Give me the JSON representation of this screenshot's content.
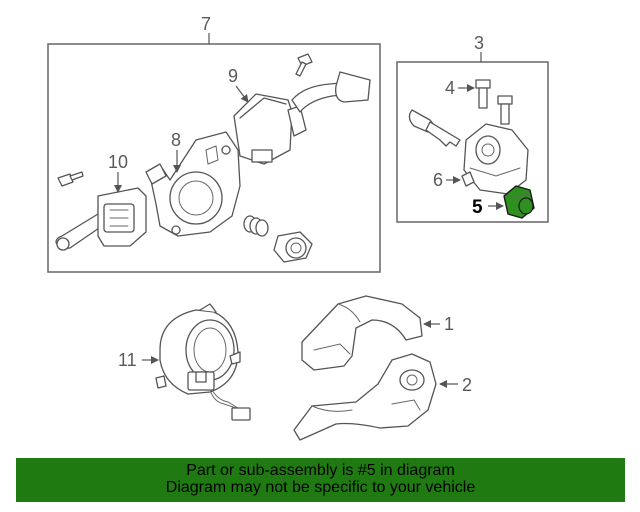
{
  "callouts": {
    "c1": "1",
    "c2": "2",
    "c3": "3",
    "c4": "4",
    "c5": "5",
    "c6": "6",
    "c7": "7",
    "c8": "8",
    "c9": "9",
    "c10": "10",
    "c11": "11"
  },
  "highlight": {
    "part_number": "5",
    "color": "#2f8f1f"
  },
  "banner": {
    "line1": "Part or sub-assembly is #5 in diagram",
    "line2": "Diagram may not be specific to your vehicle",
    "background": "#1f7a12"
  }
}
